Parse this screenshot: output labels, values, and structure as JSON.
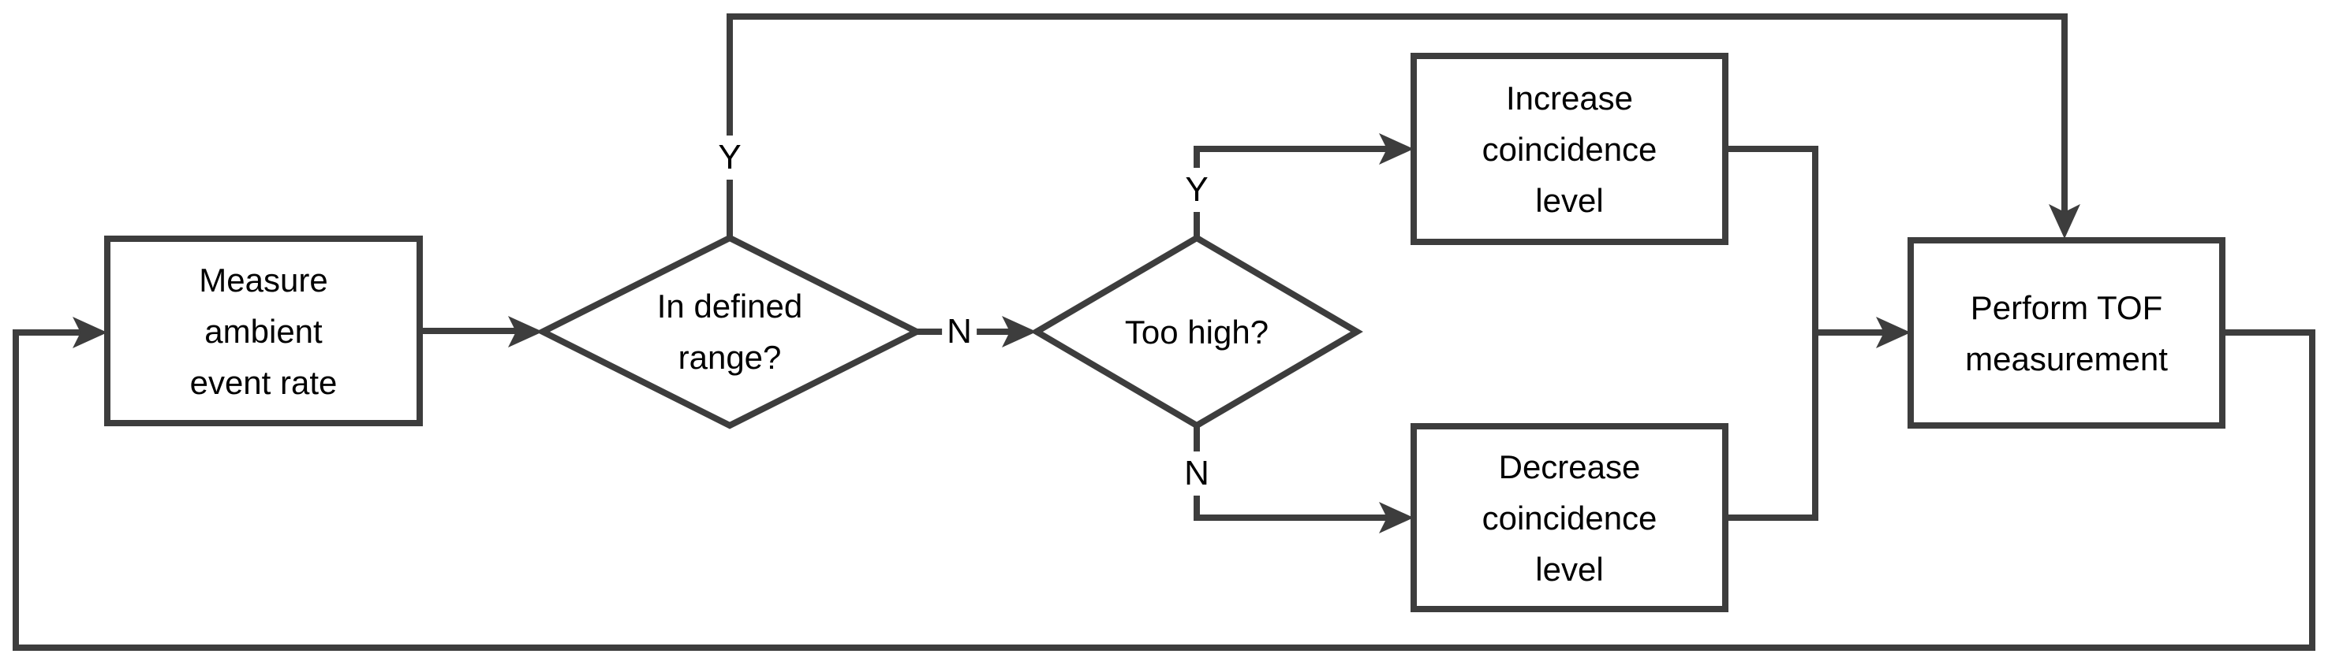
{
  "diagram": {
    "type": "flowchart",
    "colors": {
      "background": "#ffffff",
      "line": "#3d3d3d",
      "text": "#000000"
    },
    "nodes": {
      "measure": {
        "shape": "process",
        "label": "Measure\nambient\nevent rate"
      },
      "in_range": {
        "shape": "decision",
        "label": "In defined\nrange?"
      },
      "too_high": {
        "shape": "decision",
        "label": "Too high?"
      },
      "increase": {
        "shape": "process",
        "label": "Increase\ncoincidence\nlevel"
      },
      "decrease": {
        "shape": "process",
        "label": "Decrease\ncoincidence\nlevel"
      },
      "perform": {
        "shape": "process",
        "label": "Perform TOF\nmeasurement"
      }
    },
    "edges": [
      {
        "from": "measure",
        "to": "in_range",
        "label": ""
      },
      {
        "from": "in_range",
        "to": "perform",
        "label": "Y",
        "route": "top-rail"
      },
      {
        "from": "in_range",
        "to": "too_high",
        "label": "N"
      },
      {
        "from": "too_high",
        "to": "increase",
        "label": "Y"
      },
      {
        "from": "too_high",
        "to": "decrease",
        "label": "N"
      },
      {
        "from": "increase",
        "to": "perform",
        "label": ""
      },
      {
        "from": "decrease",
        "to": "perform",
        "label": ""
      },
      {
        "from": "perform",
        "to": "measure",
        "label": "",
        "route": "bottom-rail"
      }
    ]
  }
}
